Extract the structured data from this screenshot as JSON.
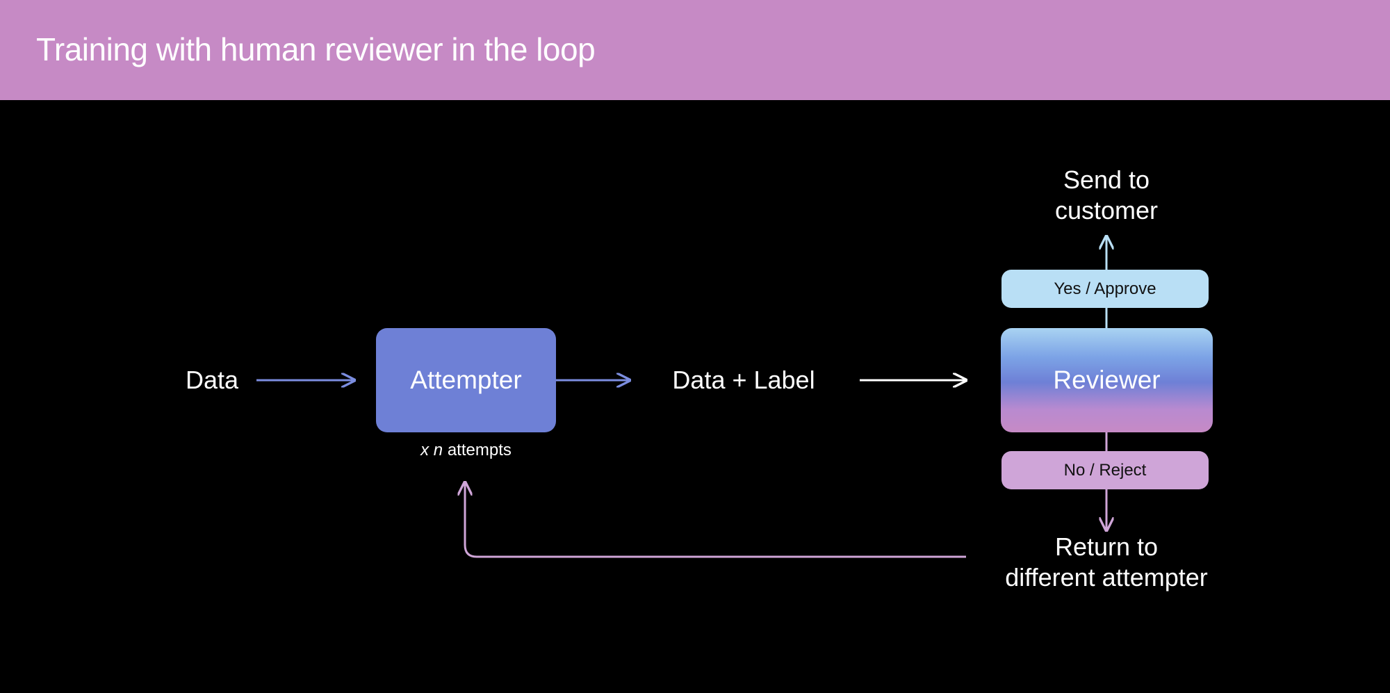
{
  "header": {
    "title": "Training with human reviewer in the loop",
    "background_color": "#c68ac5"
  },
  "diagram": {
    "data_label": "Data",
    "attempter_label": "Attempter",
    "attempts_x": "x",
    "attempts_n": "n",
    "attempts_word": "attempts",
    "data_plus_label": "Data + Label",
    "reviewer_label": "Reviewer",
    "approve_label": "Yes / Approve",
    "reject_label": "No / Reject",
    "send_line1": "Send to",
    "send_line2": "customer",
    "return_line1": "Return to",
    "return_line2": "different attempter"
  },
  "colors": {
    "attempter": "#6e80d6",
    "approve": "#b9dff5",
    "reject": "#cfa5d8",
    "return_arrow": "#cfa5d8"
  }
}
